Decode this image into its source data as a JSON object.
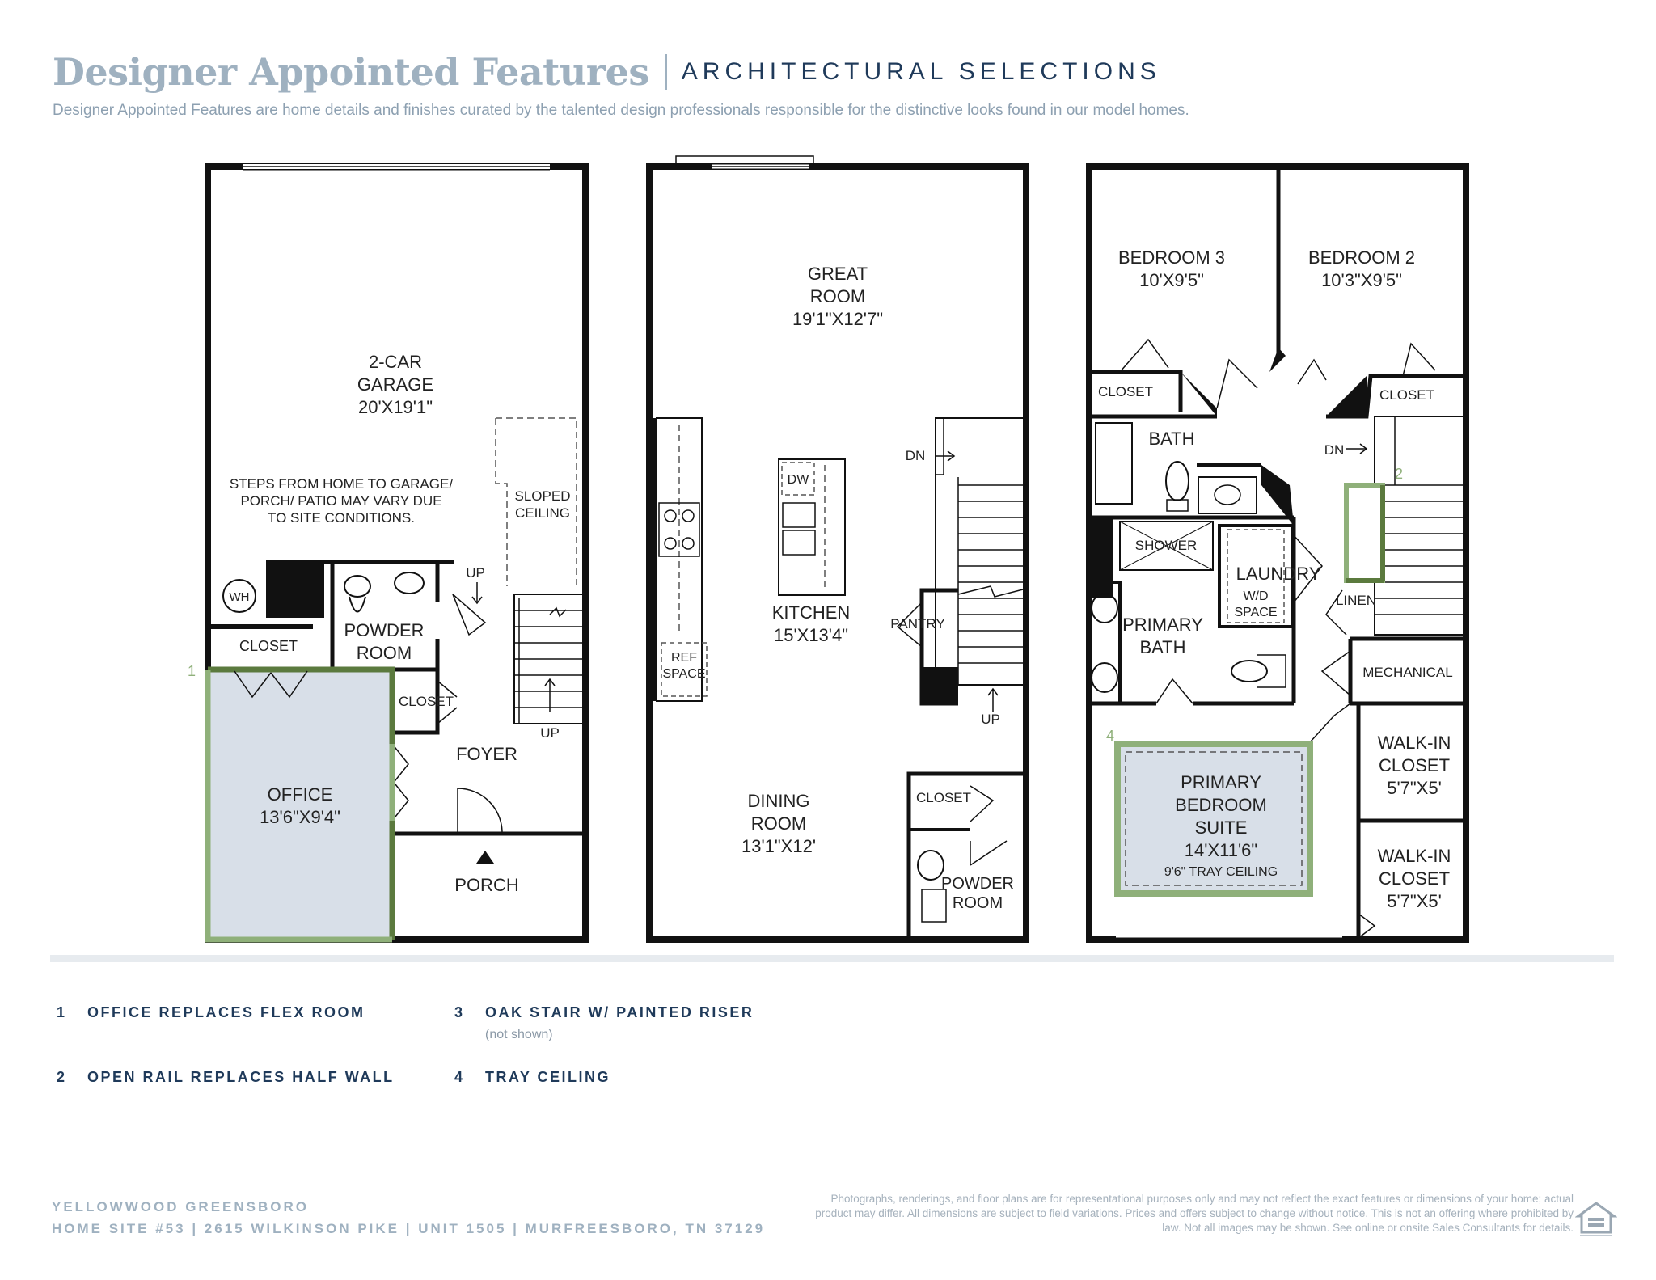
{
  "header": {
    "title": "Designer Appointed Features",
    "section": "ARCHITECTURAL SELECTIONS",
    "subtitle": "Designer Appointed Features are home details and finishes curated by the talented design professionals responsible for the distinctive looks found in our model homes."
  },
  "plan1": {
    "garage": [
      "2-CAR",
      "GARAGE",
      "20'X19'1\""
    ],
    "steps_note": [
      "STEPS FROM HOME TO GARAGE/",
      "PORCH/ PATIO MAY VARY DUE",
      "TO SITE CONDITIONS."
    ],
    "sloped": [
      "SLOPED",
      "CEILING"
    ],
    "wh": "WH",
    "closet": "CLOSET",
    "powder": [
      "POWDER",
      "ROOM"
    ],
    "up": "UP",
    "closet2": "CLOSET",
    "foyer": "FOYER",
    "office": [
      "OFFICE",
      "13'6\"X9'4\""
    ],
    "porch": "PORCH",
    "marker": "1"
  },
  "plan2": {
    "great": [
      "GREAT",
      "ROOM",
      "19'1\"X12'7\""
    ],
    "dn": "DN",
    "dw": "DW",
    "kitchen": [
      "KITCHEN",
      "15'X13'4\""
    ],
    "pantry": "PANTRY",
    "ref": [
      "REF",
      "SPACE"
    ],
    "up": "UP",
    "dining": [
      "DINING",
      "ROOM",
      "13'1\"X12'"
    ],
    "closet": "CLOSET",
    "powder": [
      "POWDER",
      "ROOM"
    ]
  },
  "plan3": {
    "bed3": [
      "BEDROOM 3",
      "10'X9'5\""
    ],
    "bed2": [
      "BEDROOM 2",
      "10'3\"X9'5\""
    ],
    "closet_l": "CLOSET",
    "closet_r": "CLOSET",
    "bath": "BATH",
    "dn": "DN",
    "shower": "SHOWER",
    "laundry": "LAUNDRY",
    "wd": [
      "W/D",
      "SPACE"
    ],
    "linen": "LINEN",
    "pbath": [
      "PRIMARY",
      "BATH"
    ],
    "mechanical": "MECHANICAL",
    "walkin1": [
      "WALK-IN",
      "CLOSET",
      "5'7\"X5'"
    ],
    "walkin2": [
      "WALK-IN",
      "CLOSET",
      "5'7\"X5'"
    ],
    "suite": [
      "PRIMARY",
      "BEDROOM",
      "SUITE",
      "14'X11'6\"",
      "9'6\" TRAY CEILING"
    ],
    "marker2": "2",
    "marker4": "4"
  },
  "legend": [
    {
      "num": "1",
      "text": "OFFICE REPLACES FLEX ROOM"
    },
    {
      "num": "2",
      "text": "OPEN RAIL REPLACES HALF WALL"
    },
    {
      "num": "3",
      "text": "OAK STAIR W/ PAINTED RISER",
      "note": "(not shown)"
    },
    {
      "num": "4",
      "text": "TRAY CEILING"
    }
  ],
  "footer": {
    "community": "YELLOWWOOD GREENSBORO",
    "address": "HOME SITE #53  |  2615 WILKINSON PIKE  |  UNIT 1505  |  MURFREESBORO, TN 37129",
    "disclaimer": "Photographs, renderings, and floor plans are for representational purposes only and may not reflect the exact features or dimensions of your home; actual product may differ. All dimensions are subject to field variations. Prices and offers subject to change without notice. This is not an offering where prohibited by law. Not all images may be shown. See online or onsite Sales Consultants for details."
  },
  "colors": {
    "accent_green": "#8fb07a",
    "dark_green": "#5b7a3e",
    "room_fill": "#d8dfe8",
    "navy": "#1f3a5a"
  }
}
